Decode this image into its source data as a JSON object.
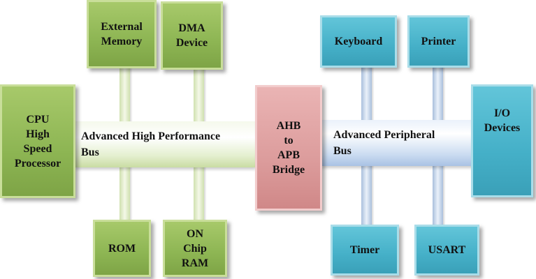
{
  "diagram": {
    "cpu": "CPU\nHigh\nSpeed\nProcessor",
    "external_memory": "External\nMemory",
    "dma_device": "DMA\nDevice",
    "rom": "ROM",
    "on_chip_ram": "ON\nChip\nRAM",
    "ahb_bus": "Advanced High Performance\nBus",
    "bridge": "AHB\nto\nAPB\nBridge",
    "apb_bus": "Advanced Peripheral\nBus",
    "keyboard": "Keyboard",
    "printer": "Printer",
    "io_devices": "I/O\nDevices",
    "timer": "Timer",
    "usart": "USART"
  },
  "colors": {
    "green": "#8db553",
    "blue": "#45b0c8",
    "pink": "#dc9c9c",
    "ahb_bus": "#c9dca3",
    "apb_bus": "#a9c2e4"
  }
}
